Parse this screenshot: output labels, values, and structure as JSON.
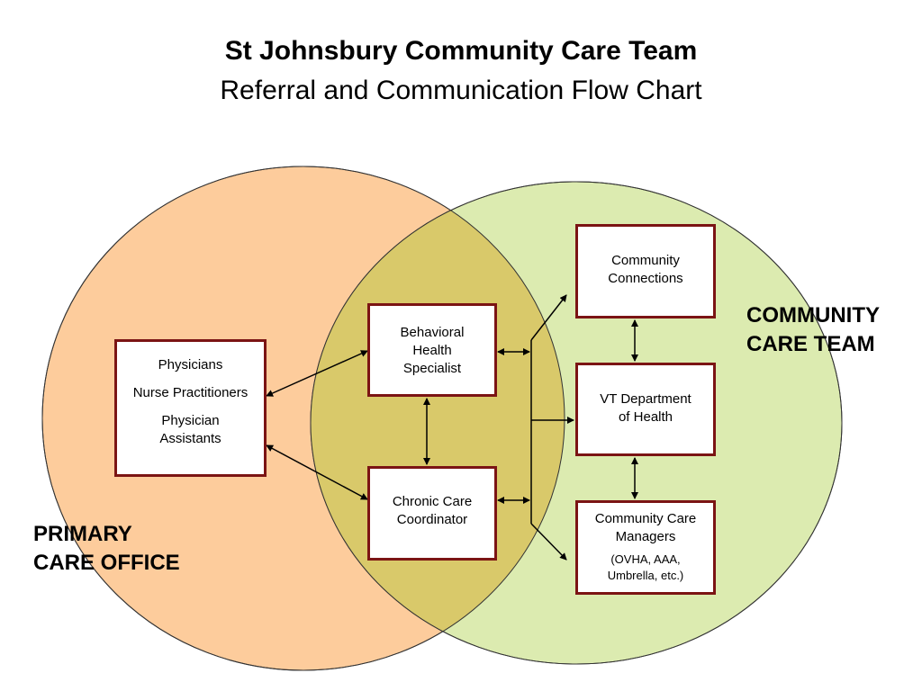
{
  "title": "St Johnsbury Community Care Team",
  "subtitle": "Referral and Communication Flow Chart",
  "regions": {
    "primary": {
      "line1": "PRIMARY",
      "line2": "CARE OFFICE",
      "color": "#fdcc9c"
    },
    "community": {
      "line1": "COMMUNITY",
      "line2": "CARE TEAM",
      "color": "#dcebb0"
    },
    "overlap_color": "#d9c96a"
  },
  "boxes": {
    "physicians": {
      "line1": "Physicians",
      "line2": "Nurse Practitioners",
      "line3": "Physician",
      "line4": "Assistants"
    },
    "behavioral": {
      "line1": "Behavioral",
      "line2": "Health",
      "line3": "Specialist"
    },
    "chronic": {
      "line1": "Chronic Care",
      "line2": "Coordinator"
    },
    "community_connections": {
      "line1": "Community",
      "line2": "Connections"
    },
    "vt_health": {
      "line1": "VT Department",
      "line2": "of Health"
    },
    "care_managers": {
      "line1": "Community Care",
      "line2": "Managers",
      "line3": "(OVHA, AAA,",
      "line4": "Umbrella, etc.)"
    }
  },
  "colors": {
    "box_border": "#7b1414",
    "outline": "#333333"
  }
}
